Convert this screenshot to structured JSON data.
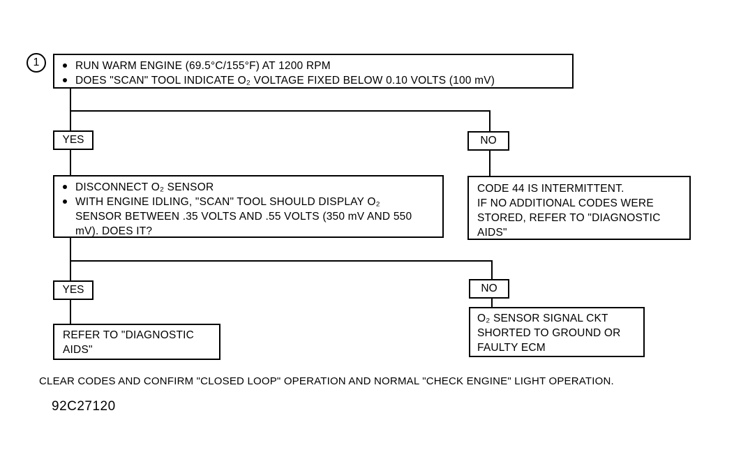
{
  "step_number": "1",
  "box1": {
    "bullets": [
      "RUN WARM ENGINE (69.5°C/155°F) AT 1200 RPM",
      "DOES \"SCAN\" TOOL INDICATE O₂ VOLTAGE FIXED BELOW 0.10 VOLTS (100 mV)"
    ]
  },
  "yes1": "YES",
  "no1": "NO",
  "box2": {
    "bullets": [
      "DISCONNECT O₂ SENSOR",
      "WITH ENGINE IDLING, \"SCAN\" TOOL SHOULD DISPLAY O₂ SENSOR BETWEEN .35 VOLTS AND .55 VOLTS (350 mV AND 550 mV).  DOES IT?"
    ]
  },
  "box_no1": {
    "lines": [
      "CODE 44 IS INTERMITTENT.",
      "IF NO ADDITIONAL CODES WERE",
      "STORED, REFER TO \"DIAGNOSTIC",
      "AIDS\""
    ]
  },
  "yes2": "YES",
  "no2": "NO",
  "box_yes2": {
    "lines": [
      "REFER TO \"DIAGNOSTIC",
      "AIDS\""
    ]
  },
  "box_no2": {
    "lines": [
      "O₂ SENSOR SIGNAL CKT",
      "SHORTED TO GROUND OR",
      "FAULTY ECM"
    ]
  },
  "footer_note": "CLEAR CODES AND CONFIRM \"CLOSED LOOP\" OPERATION AND NORMAL \"CHECK ENGINE\" LIGHT OPERATION.",
  "figure_id": "92C27120"
}
